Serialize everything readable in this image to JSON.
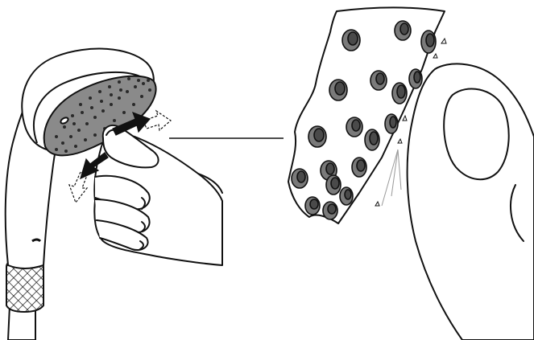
{
  "figure": {
    "description_visible_text": "",
    "colors": {
      "line": "#111111",
      "nozzle_fill": "#7a7a7a",
      "nozzle_dark": "#4a4a4a",
      "face_fill": "#8a8a8a",
      "paper": "#ffffff",
      "water": "#9a9a9a"
    },
    "parts": {
      "showerhead": "handheld-showerhead",
      "hand": "hand-rubbing-nozzles",
      "detail": "nozzle-plate-detail",
      "thumb": "thumb-wiping-nozzles",
      "arrows": "rub-direction-arrows"
    }
  }
}
